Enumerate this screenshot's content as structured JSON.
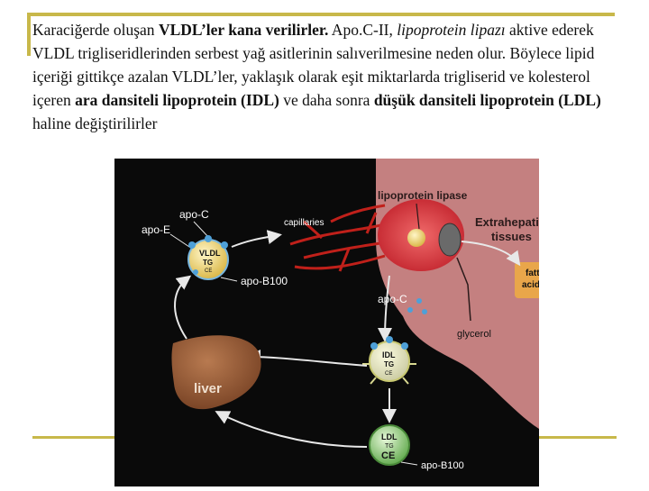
{
  "paragraph": {
    "p1": "Karaciğerde oluşan ",
    "p2": "VLDL’ler kana verilirler.",
    "p3": " Apo.C-II, ",
    "p4": "lipoprotein lipazı",
    "p5": " aktive ederek VLDL trigliseridlerinden serbest yağ asitlerinin salıverilmesine neden olur. Böylece lipid içeriği gittikçe azalan VLDL’ler, yaklaşık olarak eşit miktarlarda trigliserid ve kolesterol içeren ",
    "p6": "ara dansiteli lipoprotein (IDL)",
    "p7": " ve daha sonra ",
    "p8": "düşük dansiteli lipoprotein (LDL)",
    "p9": " haline değiştirilirler"
  },
  "diagram": {
    "lipoprotein_lipase": "lipoprotein lipase",
    "capillaries": "capillaries",
    "extrahepatic_line1": "Extrahepatic",
    "extrahepatic_line2": "tissues",
    "apo_c_top": "apo-C",
    "apo_e": "apo-E",
    "vldl": "VLDL",
    "vldl_tg": "TG",
    "vldl_ce": "CE",
    "apo_b100_top": "apo-B100",
    "fatty_line1": "fatty",
    "fatty_line2": "acids",
    "apo_c_mid": "apo-C",
    "glycerol": "glycerol",
    "idl": "IDL",
    "idl_tg": "TG",
    "idl_ce": "CE",
    "liver": "liver",
    "ldl": "LDL",
    "ldl_tg": "TG",
    "ldl_ce": "CE",
    "apo_b100_bottom": "apo-B100"
  }
}
